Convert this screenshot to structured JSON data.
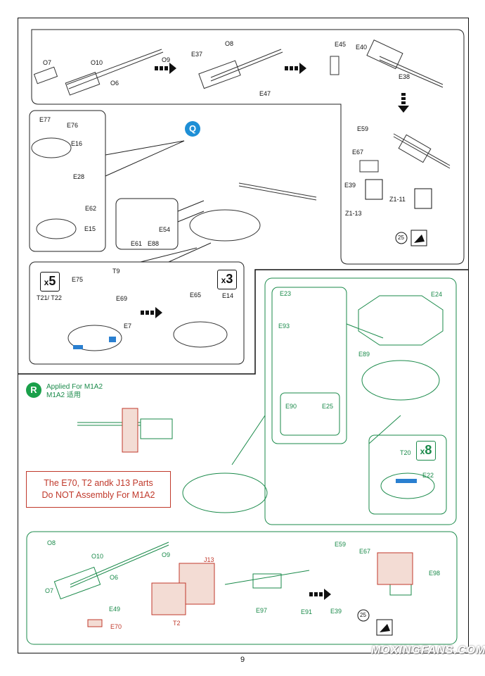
{
  "page_number": "9",
  "watermark": "MOXINGFANS.COM",
  "steps": {
    "q": {
      "badge": "Q",
      "labels": {
        "o7": "O7",
        "o10": "O10",
        "o6": "O6",
        "o9": "O9",
        "e37": "E37",
        "o8": "O8",
        "e47": "E47",
        "e45": "E45",
        "e40": "E40",
        "e38": "E38",
        "e59": "E59",
        "e67": "E67",
        "e39": "E39",
        "z1_11": "Z1-11",
        "z1_13": "Z1-13",
        "ref25": "25",
        "e77": "E77",
        "e76": "E76",
        "e16": "E16",
        "e28": "E28",
        "e62": "E62",
        "e15": "E15",
        "e54": "E54",
        "e61": "E61",
        "e88": "E88",
        "t9": "T9",
        "e75": "E75",
        "t21_t22": "T21/ T22",
        "e69": "E69",
        "e7": "E7",
        "e65": "E65",
        "e14": "E14"
      },
      "multipliers": {
        "x5_prefix": "x",
        "x5_num": "5",
        "x3_prefix": "x",
        "x3_num": "3"
      }
    },
    "r": {
      "badge": "R",
      "applied_line1": "Applied For M1A2",
      "applied_line2": "M1A2 适用",
      "warning_line1": "The E70, T2 andk J13 Parts",
      "warning_line2": "Do NOT Assembly For M1A2",
      "labels": {
        "e23": "E23",
        "e93": "E93",
        "e90": "E90",
        "e25": "E25",
        "e24": "E24",
        "e89": "E89",
        "t20": "T20",
        "e22": "E22",
        "o8": "O8",
        "o10": "O10",
        "o9": "O9",
        "o7": "O7",
        "o6": "O6",
        "e49": "E49",
        "e70": "E70",
        "t2": "T2",
        "j13": "J13",
        "e97": "E97",
        "e91": "E91",
        "e59": "E59",
        "e67": "E67",
        "e39": "E39",
        "e98": "E98",
        "ref25": "25"
      },
      "multipliers": {
        "x8_prefix": "x",
        "x8_num": "8"
      }
    }
  },
  "colors": {
    "green": "#1a8a4a",
    "red": "#c0392b",
    "blue": "#1e8fd6",
    "part_blue": "#2a7fd0"
  }
}
